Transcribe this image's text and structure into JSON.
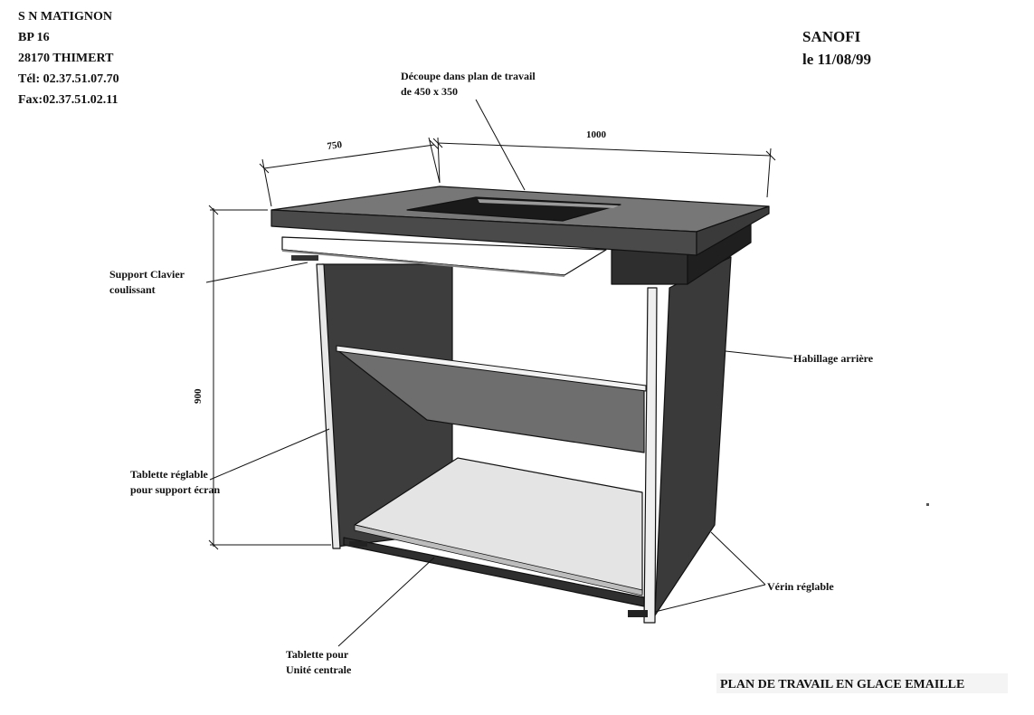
{
  "company": {
    "name": "S N MATIGNON",
    "box": "BP 16",
    "city": "28170 THIMERT",
    "phone": "Tél: 02.37.51.07.70",
    "fax": "Fax:02.37.51.02.11"
  },
  "client": {
    "name": "SANOFI",
    "date": "le 11/08/99"
  },
  "dimensions": {
    "depth": "750",
    "width": "1000",
    "height": "900"
  },
  "callouts": {
    "cutout_line1": "Découpe dans plan de travail",
    "cutout_line2": "de 450 x 350",
    "keyboard_line1": "Support Clavier",
    "keyboard_line2": "coulissant",
    "back_panel": "Habillage arrière",
    "shelf_line1": "Tablette réglable",
    "shelf_line2": "pour support écran",
    "jack": "Vérin réglable",
    "cpu_line1": "Tablette pour",
    "cpu_line2": "Unité centrale"
  },
  "title": "PLAN DE TRAVAIL EN GLACE EMAILLE",
  "colors": {
    "ink": "#111111",
    "dark_panel": "#3a3a3a",
    "mid_panel": "#6e6e6e",
    "light_panel": "#e6e6e6",
    "paper": "#ffffff"
  }
}
